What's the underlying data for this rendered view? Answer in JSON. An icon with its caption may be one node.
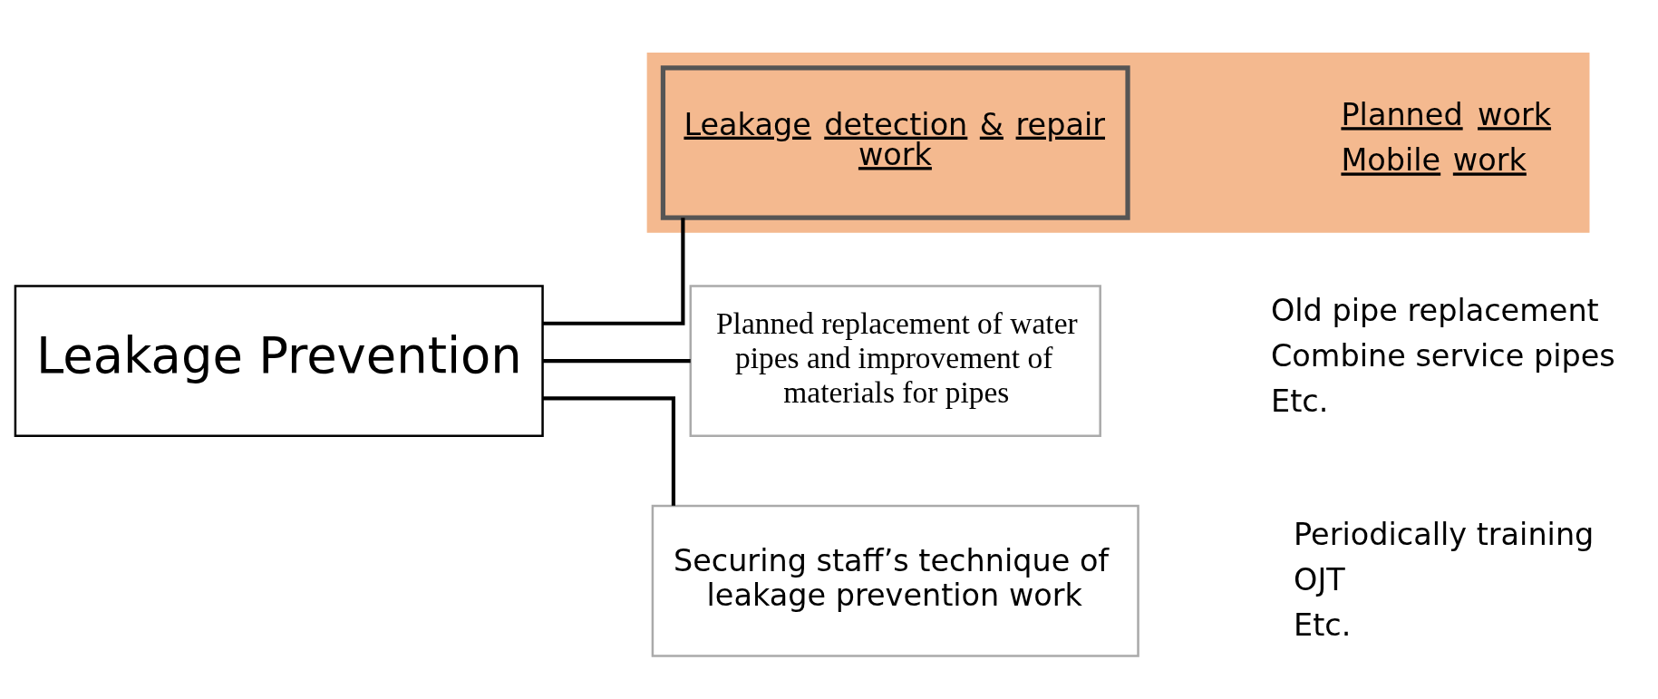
{
  "diagram": {
    "nodes": [
      {
        "text": [
          "Leakage Prevention"
        ]
      },
      {
        "text": [
          "Planned replacement of water pipes and improvement of materials for pipes"
        ],
        "beside": [
          "Old pipe replacement",
          "Combine service pipes",
          "Etc."
        ]
      },
      {
        "text": [],
        "shape": "box"
      },
      {
        "text": [
          "Leakage detection & repair work"
        ],
        "in": 2,
        "beside": [
          "Planned work",
          "Mobile work"
        ]
      },
      {
        "text": [
          "Securing staff’s technique of leakage prevention work"
        ],
        "beside": [
          "Periodically training",
          "OJT",
          "Etc."
        ]
      }
    ],
    "edges": [
      {
        "from": 0,
        "to": 1,
        "arrow": "none"
      },
      {
        "from": 0,
        "to": 3,
        "arrow": "none"
      },
      {
        "from": 0,
        "to": 4,
        "arrow": "none"
      }
    ]
  }
}
